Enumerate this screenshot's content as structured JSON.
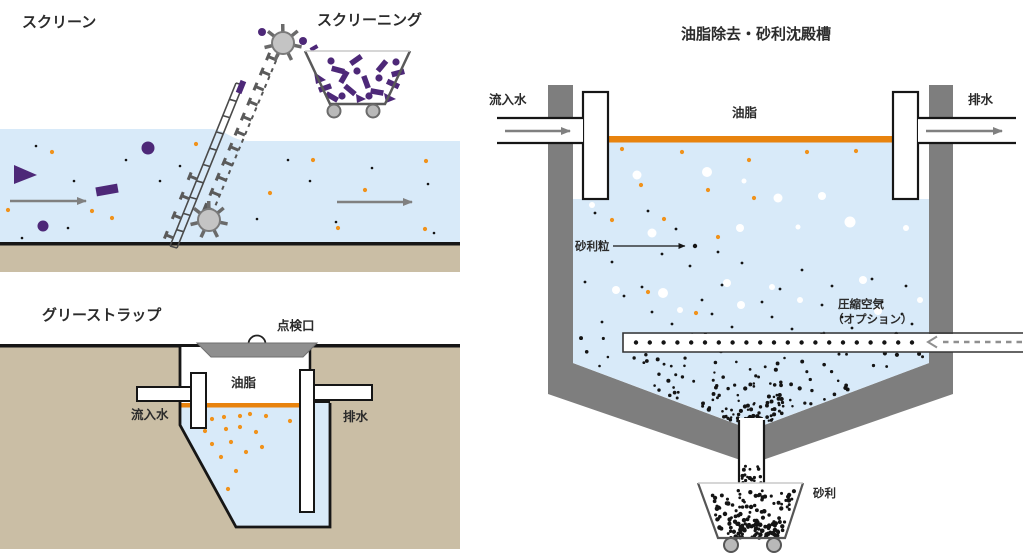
{
  "panels": {
    "screen": {
      "title": "スクリーン",
      "screenings_label": "スクリーニング"
    },
    "grease_trap": {
      "title": "グリーストラップ",
      "inspection_port_label": "点検口",
      "grease_label": "油脂",
      "inflow_label": "流入水",
      "drain_label": "排水"
    },
    "grit_tank": {
      "title": "油脂除去・砂利沈殿槽",
      "inflow_label": "流入水",
      "drain_label": "排水",
      "grease_label": "油脂",
      "grit_particle_label": "砂利粒",
      "compressed_air_label_line1": "圧縮空気",
      "compressed_air_label_line2": "（オプション）",
      "grit_label": "砂利"
    }
  },
  "colors": {
    "water": "#d8eaf9",
    "ground": "#cabea5",
    "grease_orange": "#e8830e",
    "dot_orange": "#f0921b",
    "debris_purple": "#4d2878",
    "wall_gray": "#7e7e7e",
    "lid_gray": "#8f8f8f",
    "machine_gray": "#5a5a5a",
    "sprocket_fill": "#c4c4c4",
    "arrow_gray": "#808080",
    "outline_black": "#161616",
    "grit_black": "#141414"
  }
}
